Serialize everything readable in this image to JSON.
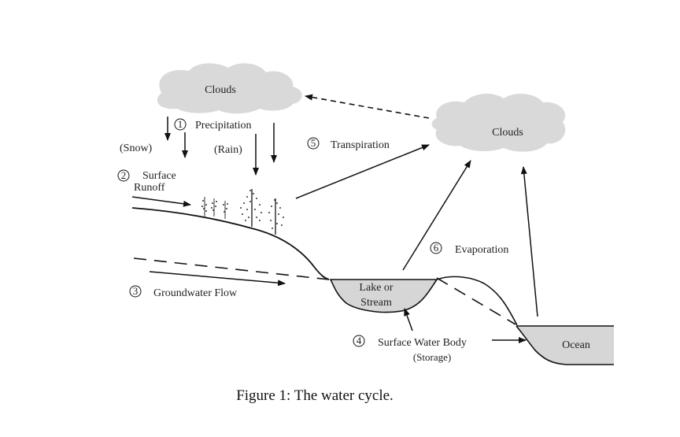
{
  "diagram": {
    "cloud_left_label": "Clouds",
    "cloud_right_label": "Clouds",
    "precipitation": {
      "number": "1",
      "label": "Precipitation",
      "snow": "(Snow)",
      "rain": "(Rain)"
    },
    "surface_runoff": {
      "number": "2",
      "line1": "Surface",
      "line2": "Runoff"
    },
    "groundwater": {
      "number": "3",
      "label": "Groundwater Flow"
    },
    "surface_water_body": {
      "number": "4",
      "label": "Surface Water Body",
      "sub": "(Storage)"
    },
    "transpiration": {
      "number": "5",
      "label": "Transpiration"
    },
    "evaporation": {
      "number": "6",
      "label": "Evaporation"
    },
    "lake": {
      "line1": "Lake or",
      "line2": "Stream"
    },
    "ocean": "Ocean",
    "colors": {
      "water_fill": "#d6d6d6",
      "cloud_fill": "#d9d9d9",
      "ink": "#111111"
    }
  },
  "caption": "Figure 1: The water cycle."
}
